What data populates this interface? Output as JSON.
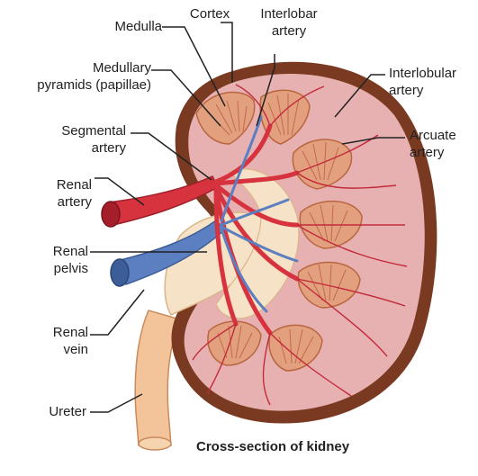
{
  "labels": {
    "medulla": "Medulla",
    "cortex": "Cortex",
    "interlobar": [
      "Interlobar",
      "artery"
    ],
    "medullary_pyramids": [
      "Medullary",
      "pyramids (papillae)"
    ],
    "interlobular": [
      "Interlobular",
      "artery"
    ],
    "segmental": [
      "Segmental",
      "artery"
    ],
    "arcuate": [
      "Arcuate",
      "artery"
    ],
    "renal_artery": [
      "Renal",
      "artery"
    ],
    "renal_pelvis": [
      "Renal",
      "pelvis"
    ],
    "renal_vein": [
      "Renal",
      "vein"
    ],
    "ureter": "Ureter"
  },
  "caption": "Cross-section of kidney",
  "colors": {
    "capsule": "#7a3a22",
    "cortex": "#e8b1b1",
    "pyramid": "#e3a07f",
    "pyramid_stripe": "#c26a4a",
    "artery": "#d6333f",
    "vein": "#5b7fc0",
    "pelvis": "#f6e2c6",
    "ureter": "#f3c49a"
  }
}
